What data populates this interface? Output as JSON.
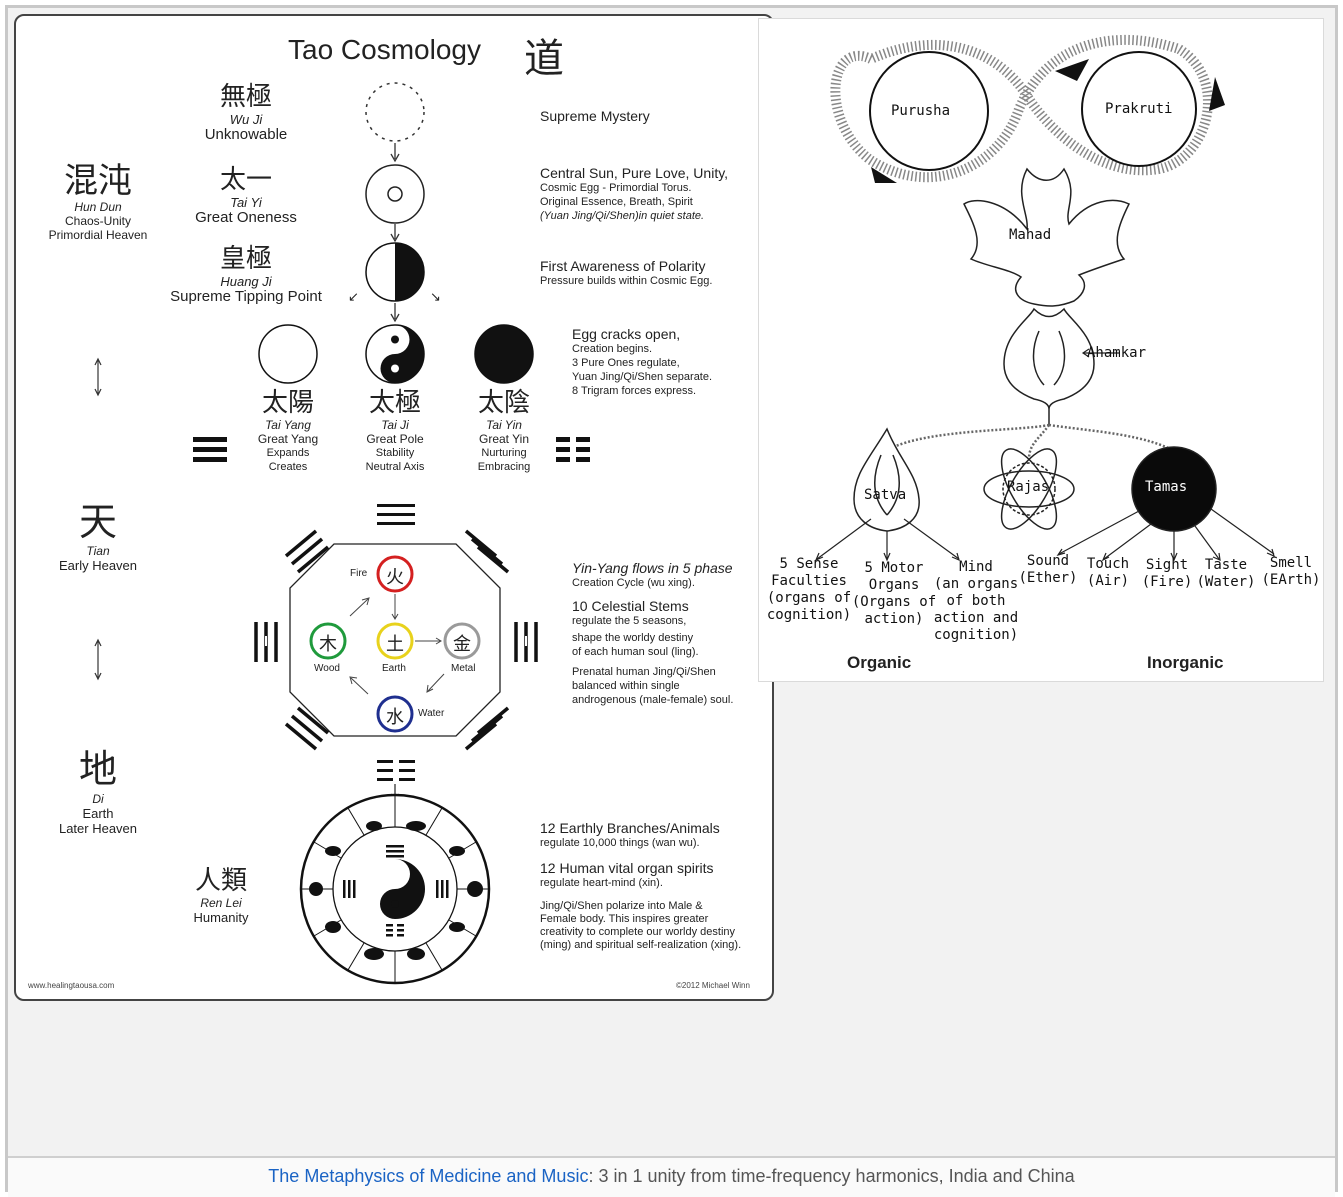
{
  "tao": {
    "title": "Tao Cosmology",
    "title_char": "道",
    "levels": {
      "wuji": {
        "zh": "無極",
        "pinyin": "Wu Ji",
        "en": "Unknowable",
        "desc": "Supreme Mystery"
      },
      "taiyi": {
        "zh": "太一",
        "pinyin": "Tai Yi",
        "en": "Great Oneness",
        "desc_title": "Central Sun, Pure Love, Unity,",
        "desc_lines": [
          "Cosmic Egg - Primordial Torus.",
          "Original Essence, Breath, Spirit",
          "(Yuan Jing/Qi/Shen)in quiet state."
        ]
      },
      "huangji": {
        "zh": "皇極",
        "pinyin": "Huang Ji",
        "en": "Supreme Tipping Point",
        "desc_title": "First Awareness of Polarity",
        "desc_lines": [
          "Pressure builds within Cosmic Egg."
        ]
      },
      "three": {
        "desc_title": "Egg cracks open,",
        "desc_lines": [
          "Creation begins.",
          "3 Pure Ones regulate,",
          "Yuan Jing/Qi/Shen separate.",
          "8 Trigram forces express."
        ],
        "yang": {
          "zh": "太陽",
          "pinyin": "Tai Yang",
          "l1": "Great Yang",
          "l2": "Expands",
          "l3": "Creates"
        },
        "ji": {
          "zh": "太極",
          "pinyin": "Tai Ji",
          "l1": "Great Pole",
          "l2": "Stability",
          "l3": "Neutral Axis"
        },
        "yin": {
          "zh": "太陰",
          "pinyin": "Tai Yin",
          "l1": "Great Yin",
          "l2": "Nurturing",
          "l3": "Embracing"
        }
      },
      "wuxing": {
        "desc1_title": "Yin-Yang flows in 5 phase",
        "desc1_sub": "Creation Cycle (wu xing).",
        "desc2_title": "10 Celestial Stems",
        "desc2_lines": [
          "regulate the 5 seasons,",
          "shape the worldy destiny",
          "of each human soul (ling)."
        ],
        "desc3_lines": [
          "Prenatal human Jing/Qi/Shen",
          "balanced within single",
          "androgenous (male-female) soul."
        ],
        "fire": {
          "zh": "火",
          "en": "Fire",
          "color": "#d42020"
        },
        "wood": {
          "zh": "木",
          "en": "Wood",
          "color": "#1f9a3c"
        },
        "earth": {
          "zh": "土",
          "en": "Earth",
          "color": "#e8d21c"
        },
        "metal": {
          "zh": "金",
          "en": "Metal",
          "color": "#9a9a9a"
        },
        "water": {
          "zh": "水",
          "en": "Water",
          "color": "#1f2f8f"
        }
      },
      "wheel": {
        "desc1_title": "12 Earthly Branches/Animals",
        "desc1_sub": "regulate 10,000 things (wan wu).",
        "desc2_title": "12 Human vital organ spirits",
        "desc2_sub": "regulate heart-mind (xin).",
        "desc3_lines": [
          "Jing/Qi/Shen polarize into Male &",
          "Female body.  This inspires greater",
          "creativity to complete our worldy destiny",
          "(ming) and spiritual self-realization (xing)."
        ]
      }
    },
    "side": {
      "hundun": {
        "zh": "混沌",
        "pinyin": "Hun Dun",
        "l1": "Chaos-Unity",
        "l2": "Primordial Heaven"
      },
      "tian": {
        "zh": "天",
        "pinyin": "Tian",
        "l1": "Early Heaven"
      },
      "di": {
        "zh": "地",
        "pinyin": "Di",
        "l1": "Earth",
        "l2": "Later Heaven"
      },
      "renlei": {
        "zh": "人類",
        "pinyin": "Ren Lei",
        "l1": "Humanity"
      }
    },
    "footer_left": "www.healingtaousa.com",
    "footer_right": "©2012 Michael Winn"
  },
  "sankhya": {
    "purusha": "Purusha",
    "prakruti": "Prakruti",
    "mahad": "Mahad",
    "ahamkar": "Ahamkar",
    "satva": "Satva",
    "rajas": "Rajas",
    "tamas": "Tamas",
    "sense": [
      "5 Sense",
      "Faculties",
      "(organs of",
      "cognition)"
    ],
    "motor": [
      "5 Motor",
      "Organs",
      "(Organs of",
      "action)"
    ],
    "mind": [
      "Mind",
      "(an organs",
      "of both",
      "action and",
      "cognition)"
    ],
    "sound": [
      "Sound",
      "(Ether)"
    ],
    "touch": [
      "Touch",
      "(Air)"
    ],
    "sight": [
      "Sight",
      "(Fire)"
    ],
    "taste": [
      "Taste",
      "(Water)"
    ],
    "smell": [
      "Smell",
      "(EArth)"
    ],
    "organic": "Organic",
    "inorganic": "Inorganic"
  },
  "caption": {
    "link": "The Metaphysics of Medicine and Music",
    "text": ": 3 in 1 unity from time-frequency harmonics, India and China"
  }
}
